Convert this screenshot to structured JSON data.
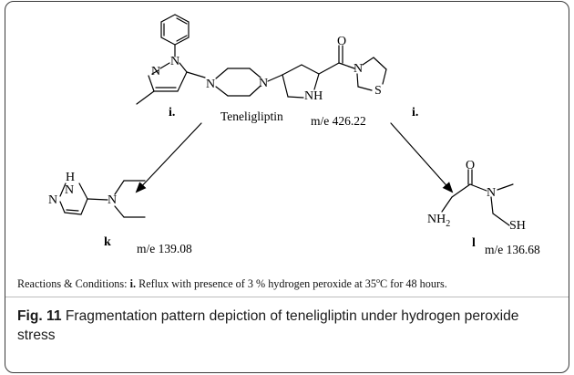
{
  "main_compound": {
    "name": "Teneligliptin",
    "mass": "m/e 426.22"
  },
  "product_k": {
    "label": "k",
    "mass": "m/e 139.08"
  },
  "product_l": {
    "label": "l",
    "mass": "m/e 136.68"
  },
  "reagent_label": "i.",
  "atom_labels": {
    "N": "N",
    "NH": "NH",
    "O": "O",
    "S": "S",
    "H": "H",
    "NH2_main": "NH",
    "NH2_sub": "2",
    "SH": "SH"
  },
  "conditions": {
    "prefix": "Reactions & Conditions: ",
    "step": "i.",
    "text_before_temp": " Reflux with presence of 3 % hydrogen peroxide at 35",
    "degree": "o",
    "text_after_temp": "C for 48 hours."
  },
  "caption": {
    "fig_label": "Fig. 11",
    "text": " Fragmentation pattern depiction of teneligliptin under hydrogen peroxide stress"
  }
}
